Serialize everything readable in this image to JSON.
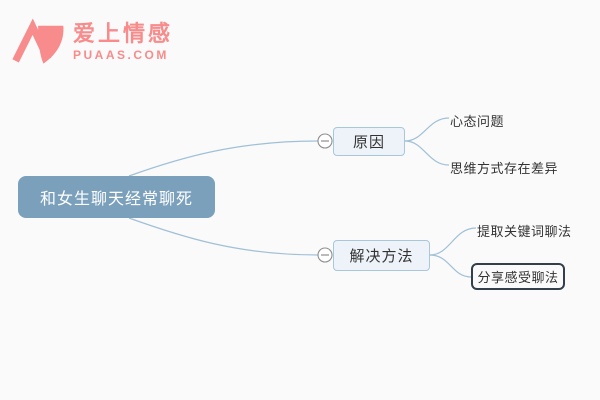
{
  "logo": {
    "brand_cn": "爱上情感",
    "brand_domain": "PUAAS.COM",
    "color": "#f88b8b"
  },
  "mindmap": {
    "root": {
      "label": "和女生聊天经常聊死"
    },
    "branches": [
      {
        "label": "原因",
        "collapse_icon": "minus-circle",
        "children": [
          {
            "label": "心态问题",
            "style": "plain"
          },
          {
            "label": "思维方式存在差异",
            "style": "plain"
          }
        ]
      },
      {
        "label": "解决方法",
        "collapse_icon": "minus-circle",
        "children": [
          {
            "label": "提取关键词聊法",
            "style": "plain"
          },
          {
            "label": "分享感受聊法",
            "style": "boxed-selected"
          }
        ]
      }
    ]
  },
  "colors": {
    "background": "#fafafa",
    "root_fill": "#7ba0bc",
    "root_text": "#ffffff",
    "branch_fill": "#edf3f8",
    "branch_border": "#a9c7db",
    "connector_line": "#a0c0d8",
    "collapse_icon_stroke": "#8e8e8e",
    "selected_box_border": "#333f4b",
    "text": "#333333",
    "brand": "#f88b8b"
  }
}
